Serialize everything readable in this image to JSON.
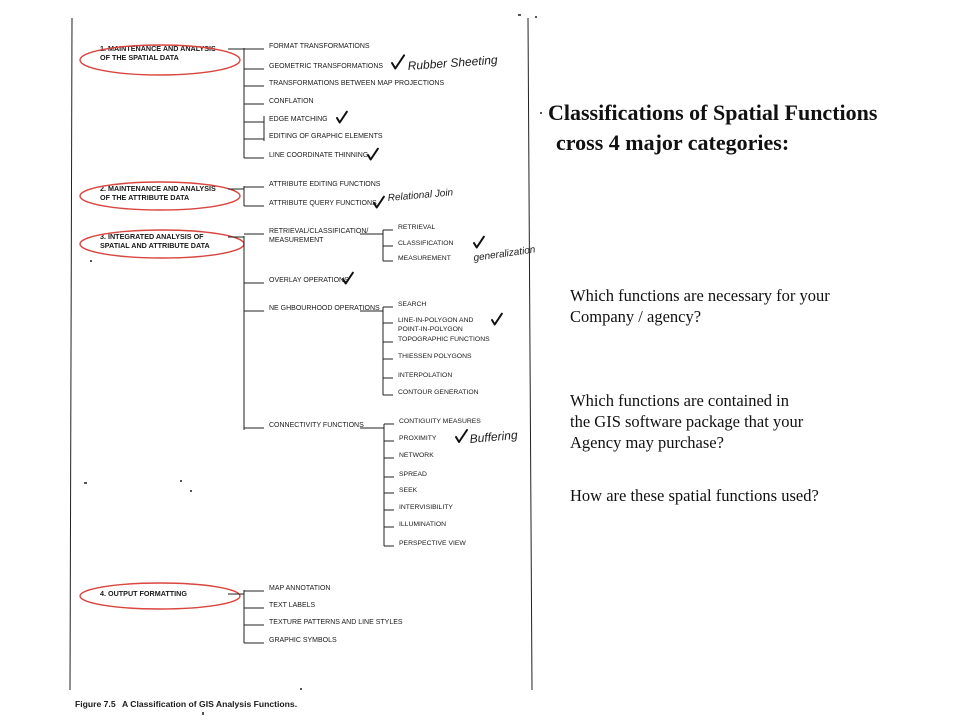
{
  "headline": {
    "line1": "Classifications  of Spatial Functions",
    "line2": "cross 4 major categories:"
  },
  "questions": [
    [
      "Which functions are necessary for your",
      "Company / agency?"
    ],
    [
      "Which functions are contained in",
      "the GIS software package that your",
      "Agency may purchase?"
    ],
    [
      "How are these spatial functions used?"
    ]
  ],
  "figure": {
    "caption_number": "Figure 7.5",
    "caption_text": "A Classification of GIS Analysis Functions.",
    "categories": [
      {
        "label": [
          "1.    MAINTENANCE AND ANALYSIS",
          "       OF THE SPATIAL DATA"
        ],
        "functions": [
          {
            "label": "FORMAT TRANSFORMATIONS"
          },
          {
            "label": "GEOMETRIC TRANSFORMATIONS",
            "check": true,
            "note": "Rubber Sheeting"
          },
          {
            "label": "TRANSFORMATIONS BETWEEN MAP PROJECTIONS"
          },
          {
            "label": "CONFLATION"
          },
          {
            "label": "EDGE MATCHING",
            "check": true
          },
          {
            "label": "EDITING OF GRAPHIC ELEMENTS"
          },
          {
            "label": "LINE COORDINATE THINNING",
            "check": true
          }
        ]
      },
      {
        "label": [
          "2.    MAINTENANCE AND ANALYSIS",
          "       OF THE ATTRIBUTE DATA"
        ],
        "functions": [
          {
            "label": "ATTRIBUTE EDITING FUNCTIONS"
          },
          {
            "label": "ATTRIBUTE QUERY FUNCTIONS",
            "check": true,
            "note": "Relational  Join"
          }
        ]
      },
      {
        "label": [
          "3.    INTEGRATED ANALYSIS OF",
          "       SPATIAL AND ATTRIBUTE DATA"
        ],
        "functions": [
          {
            "label": [
              "RETRIEVAL/CLASSIFICATION/",
              "MEASUREMENT"
            ],
            "subs": [
              {
                "label": "RETRIEVAL"
              },
              {
                "label": "CLASSIFICATION",
                "check": true,
                "note": "generalization"
              },
              {
                "label": "MEASUREMENT"
              }
            ]
          },
          {
            "label": "OVERLAY OPERATIONS",
            "check": true
          },
          {
            "label": "NE GHBOURHOOD OPERATIONS",
            "subs": [
              {
                "label": "SEARCH"
              },
              {
                "label": [
                  "LINE-IN-POLYGON AND",
                  "POINT-IN-POLYGON"
                ],
                "check": true
              },
              {
                "label": "TOPOGRAPHIC FUNCTIONS"
              },
              {
                "label": "THIESSEN POLYGONS"
              },
              {
                "label": "INTERPOLATION"
              },
              {
                "label": "CONTOUR GENERATION"
              }
            ]
          },
          {
            "label": "CONNECTIVITY FUNCTIONS",
            "subs": [
              {
                "label": "CONTIGUITY MEASURES"
              },
              {
                "label": "PROXIMITY",
                "check": true,
                "note": "Buffering"
              },
              {
                "label": "NETWORK"
              },
              {
                "label": "SPREAD"
              },
              {
                "label": "SEEK"
              },
              {
                "label": "INTERVISIBILITY"
              },
              {
                "label": "ILLUMINATION"
              },
              {
                "label": "PERSPECTIVE VIEW"
              }
            ]
          }
        ]
      },
      {
        "label": [
          "4.    OUTPUT FORMATTING"
        ],
        "functions": [
          {
            "label": "MAP ANNOTATION"
          },
          {
            "label": "TEXT LABELS"
          },
          {
            "label": "TEXTURE PATTERNS AND LINE STYLES"
          },
          {
            "label": "GRAPHIC SYMBOLS"
          }
        ]
      }
    ]
  }
}
